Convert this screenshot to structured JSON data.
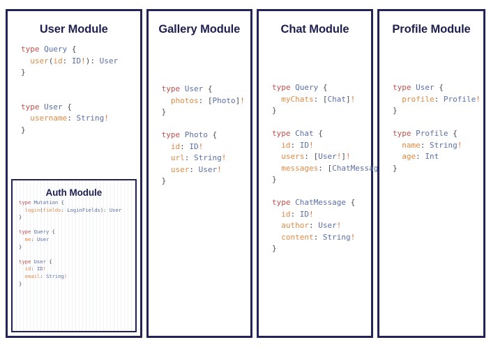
{
  "diagram": {
    "title_color": "#1e1f4e",
    "border_color": "#232357",
    "background": "#ffffff",
    "syntax_colors": {
      "keyword": "#c0504d",
      "type": "#5a6fa8",
      "field": "#e08a45",
      "punctuation": "#4a4a55",
      "non_null_bang": "#e0703a"
    }
  },
  "modules": {
    "user": {
      "title": "User Module",
      "code_lines": [
        "type Query {",
        "  user(id: ID!): User",
        "}",
        "",
        "",
        "type User {",
        "  username: String!",
        "}"
      ],
      "nested": {
        "auth": {
          "title": "Auth Module",
          "code_lines": [
            "type Mutation {",
            "  login(fields: LoginFields): User",
            "}",
            "",
            "type Query {",
            "  me: User",
            "}",
            "",
            "type User {",
            "  id: ID!",
            "  email: String!",
            "}"
          ]
        }
      }
    },
    "gallery": {
      "title": "Gallery Module",
      "code_lines": [
        "type User {",
        "  photos: [Photo]!",
        "}",
        "",
        "type Photo {",
        "  id: ID!",
        "  url: String!",
        "  user: User!",
        "}"
      ]
    },
    "chat": {
      "title": "Chat Module",
      "code_lines": [
        "type Query {",
        "  myChats: [Chat]!",
        "}",
        "",
        "type Chat {",
        "  id: ID!",
        "  users: [User!]!",
        "  messages: [ChatMessage]!",
        "}",
        "",
        "type ChatMessage {",
        "  id: ID!",
        "  author: User!",
        "  content: String!",
        "}"
      ]
    },
    "profile": {
      "title": "Profile Module",
      "code_lines": [
        "type User {",
        "  profile: Profile!",
        "}",
        "",
        "type Profile {",
        "  name: String!",
        "  age: Int",
        "}"
      ]
    }
  }
}
